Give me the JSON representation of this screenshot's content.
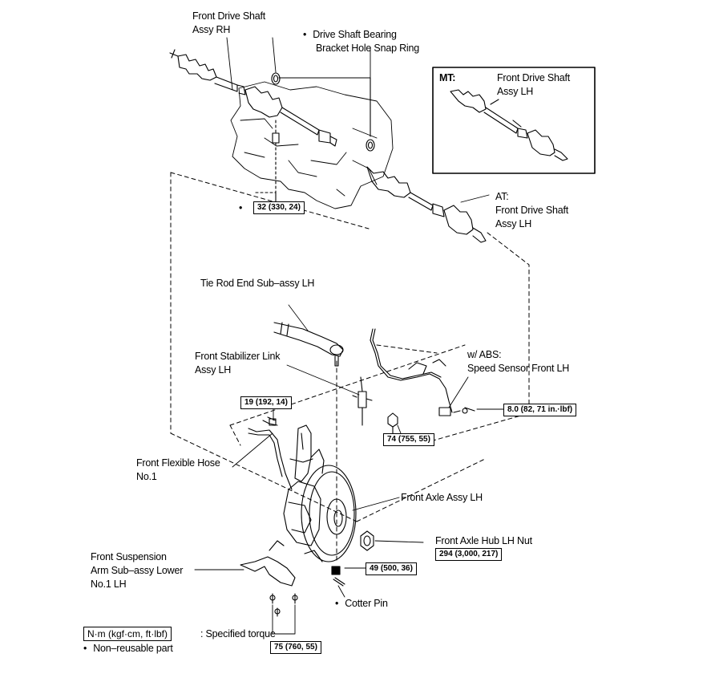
{
  "labels": {
    "front_drive_shaft_rh": [
      "Front Drive Shaft",
      "Assy RH"
    ],
    "snap_ring": [
      "Drive Shaft Bearing",
      "Bracket Hole Snap Ring"
    ],
    "mt_inset": {
      "tag": "MT:",
      "text": [
        "Front Drive Shaft",
        "Assy LH"
      ]
    },
    "at_shaft": [
      "AT:",
      "Front  Drive  Shaft",
      "Assy LH"
    ],
    "tie_rod": "Tie Rod End Sub–assy LH",
    "stabilizer": [
      "Front Stabilizer Link",
      "Assy LH"
    ],
    "abs": [
      "w/ ABS:",
      "Speed Sensor Front LH"
    ],
    "flex_hose": [
      "Front Flexible Hose",
      "No.1"
    ],
    "front_axle": "Front Axle Assy LH",
    "hub_nut": "Front Axle Hub LH Nut",
    "susp_arm": [
      "Front Suspension",
      "Arm Sub–assy Lower",
      "No.1 LH"
    ],
    "cotter_pin": "Cotter Pin"
  },
  "torques": {
    "t32": "32 (330, 24)",
    "t19": "19 (192, 14)",
    "t74": "74 (755, 55)",
    "t80": "8.0 (82, 71 in.·lbf)",
    "t294": "294 (3,000, 217)",
    "t49": "49 (500, 36)",
    "t75": "75 (760, 55)"
  },
  "legend": {
    "unit_box": "N·m (kgf·cm, ft·lbf)",
    "unit_text": ": Specified torque",
    "nonreusable": "Non–reusable part"
  }
}
